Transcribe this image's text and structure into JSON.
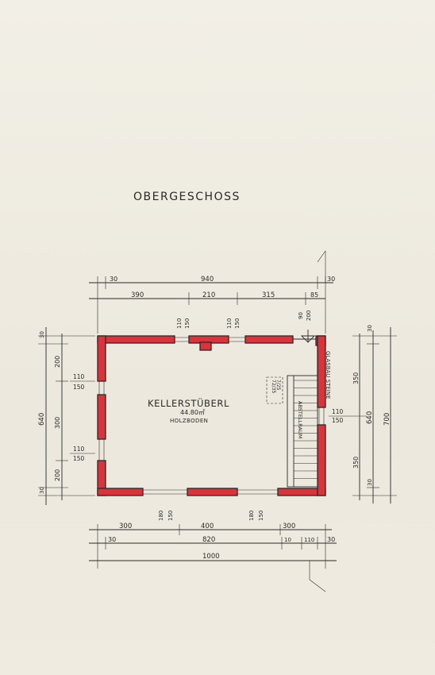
{
  "title": "OBERGESCHOSS",
  "room": {
    "name": "KELLERSTÜBERL",
    "area": "44.80㎡",
    "floor": "HOLZBODEN"
  },
  "stair_labels": [
    "ABSTELLRAUM",
    "GLASBAU STEINE"
  ],
  "stair_box": [
    "72/35",
    "7/25"
  ],
  "dims": {
    "top_total": "940",
    "top_left": "30",
    "top_right": "30",
    "top_seg1": "390",
    "top_seg2": "210",
    "top_seg3": "315",
    "top_seg4": "85",
    "win_top1_a": "110",
    "win_top1_b": "150",
    "win_top2_a": "110",
    "win_top2_b": "150",
    "door_a": "90",
    "door_b": "200",
    "left_total": "640",
    "left_top": "30",
    "left_bottom": "30",
    "left_seg1": "200",
    "left_seg2": "300",
    "left_seg3": "200",
    "win_left1_a": "110",
    "win_left1_b": "150",
    "win_left2_a": "110",
    "win_left2_b": "150",
    "right_total": "700",
    "right_mid": "640",
    "right_top": "30",
    "right_bottom": "30",
    "right_seg1": "350",
    "right_seg2": "350",
    "win_right_a": "110",
    "win_right_b": "150",
    "bot_seg1": "300",
    "bot_seg2": "400",
    "bot_seg3": "300",
    "win_bot1_a": "180",
    "win_bot1_b": "150",
    "win_bot2_a": "180",
    "win_bot2_b": "150",
    "bot_total_inner": "820",
    "bot_left": "30",
    "bot_right": "30",
    "bot_small1": "10",
    "bot_small2": "110",
    "bot_total": "1000"
  }
}
